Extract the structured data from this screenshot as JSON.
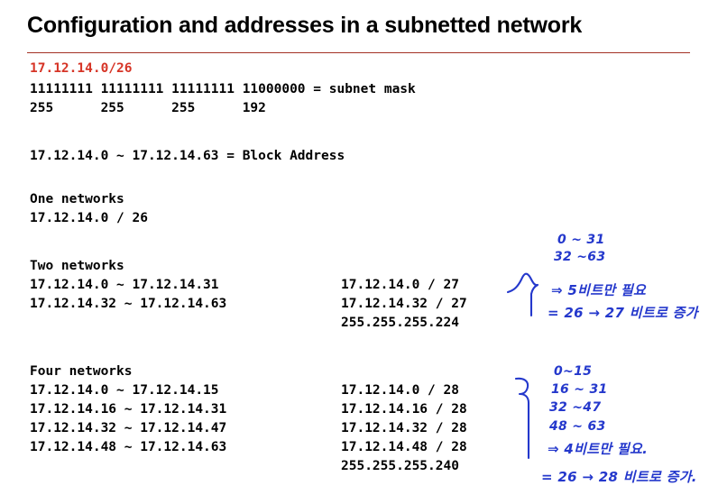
{
  "slide": {
    "title": "Configuration and addresses in a subnetted network",
    "rule_color": "#a33224",
    "accent_red": "#d63426",
    "ink_blue": "#2438cc"
  },
  "body": {
    "cidr": "17.12.14.0/26",
    "mask_binary": "11111111 11111111 11111111 11000000 = subnet mask",
    "mask_decimal": "255      255      255      192",
    "block_address": "17.12.14.0 ~ 17.12.14.63 = Block Address",
    "one": {
      "heading": "One networks",
      "rows": [
        {
          "range": "17.12.14.0 / 26",
          "cidr": ""
        }
      ]
    },
    "two": {
      "heading": "Two networks",
      "ranges": [
        "17.12.14.0 ~ 17.12.14.31",
        "17.12.14.32 ~ 17.12.14.63"
      ],
      "cidrs": [
        "17.12.14.0 / 27",
        "17.12.14.32 / 27"
      ],
      "netmask": "255.255.255.224"
    },
    "four": {
      "heading": "Four networks",
      "ranges": [
        "17.12.14.0 ~ 17.12.14.15",
        "17.12.14.16 ~ 17.12.14.31",
        "17.12.14.32 ~ 17.12.14.47",
        "17.12.14.48 ~ 17.12.14.63"
      ],
      "cidrs": [
        "17.12.14.0 / 28",
        "17.12.14.16 / 28",
        "17.12.14.32 / 28",
        "17.12.14.48 / 28"
      ],
      "netmask": "255.255.255.240"
    }
  },
  "annotations": {
    "two_networks": {
      "line1": "0 ~ 31",
      "line2": "32 ~63",
      "line3": "⇒ 5비트만 필요",
      "line4": "= 26 → 27 비트로 증가"
    },
    "four_networks": {
      "line1": "0~15",
      "line2": "16 ~ 31",
      "line3": "32 ~47",
      "line4": "48 ~ 63",
      "line5": "⇒ 4비트만 필요.",
      "line6": "= 26 → 28  비트로 증가."
    }
  }
}
